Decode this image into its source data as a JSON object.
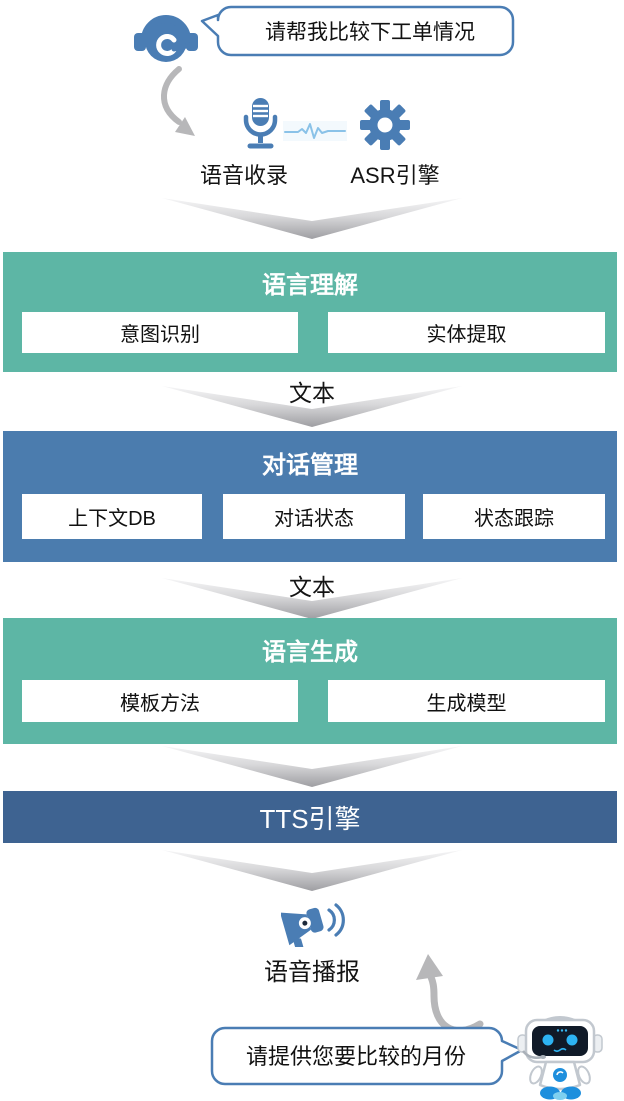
{
  "diagram": {
    "user": {
      "bubble_text": "请帮我比较下工单情况"
    },
    "input_stage": {
      "voice_capture_label": "语音收录",
      "asr_label": "ASR引擎"
    },
    "nlu": {
      "title": "语言理解",
      "items": [
        "意图识别",
        "实体提取"
      ]
    },
    "arrow_label_1": "文本",
    "dm": {
      "title": "对话管理",
      "items": [
        "上下文DB",
        "对话状态",
        "状态跟踪"
      ]
    },
    "arrow_label_2": "文本",
    "nlg": {
      "title": "语言生成",
      "items": [
        "模板方法",
        "生成模型"
      ]
    },
    "tts": {
      "title": "TTS引擎"
    },
    "output_stage": {
      "voice_broadcast_label": "语音播报",
      "bot_bubble_text": "请提供您要比较的月份"
    }
  },
  "icons": {
    "agent": "headset-icon",
    "capture": "microphone-icon",
    "signal": "waveform-icon",
    "asr": "gear-icon",
    "flow_down": "chevron-down-arrow",
    "broadcast": "megaphone-icon",
    "bot": "robot-icon"
  },
  "colors": {
    "teal_block": "#5db6a5",
    "blue_block": "#4b7cae",
    "dark_blue_block": "#3e6391",
    "icon_blue": "#4a7db4",
    "bubble_border": "#4a7db4",
    "arrow_gray": "#b7b7b9",
    "text_dark": "#151515"
  }
}
